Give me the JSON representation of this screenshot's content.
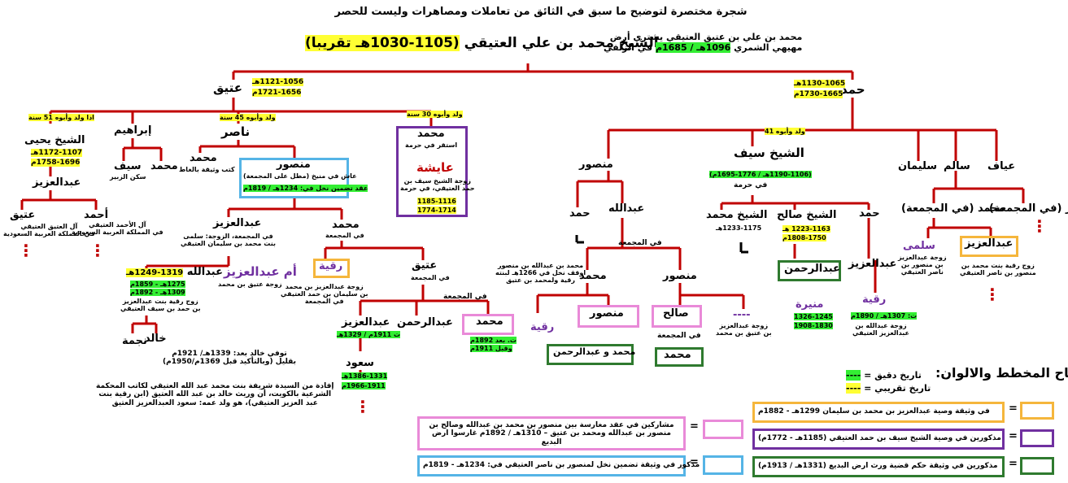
{
  "title": "شجرة مختصرة لتوضيح ما سبق في الثائق من تعاملات ومصاهرات وليست للحصر",
  "root": {
    "name": "الشيخ محمد بن علي العتيقي",
    "years": "(1105-1030هـ تقريبا)",
    "note_line1": "محمد بن علي بن عتيق العتيقي يشتري أرض",
    "note_line2_a": "مهيهي الشمري",
    "note_line2_hl": "1096هـ / 1685م",
    "note_line2_b": "في الزلفي"
  },
  "atiq": {
    "name": "عتيق",
    "d1": "1121-1056هـ",
    "d2": "1721-1656م",
    "born45": "ولد وأبوه 45 سنة",
    "born30": "ولد وأبوه 30 سنة",
    "born51": "اذا ولد وأبوه 51 سنة"
  },
  "hamad": {
    "name": "حمد",
    "d1": "1130-1065هـ",
    "d2": "1730-1665م",
    "born41": "ولد وأبوه 41"
  },
  "yahya": {
    "name": "الشيخ يحيى",
    "d1": "1172-1107هـ",
    "d2": "1758-1696م"
  },
  "ibrahim": {
    "name": "إبراهيم"
  },
  "nasser": {
    "name": "ناصر"
  },
  "muh_haramah": {
    "name": "محمد",
    "note": "استقر في حرمة",
    "wife": "عايشة",
    "wife_note1": "زوجة الشيخ سيف بن",
    "wife_note2": "حمد العتيقي، في حرمة",
    "d1": "1185-1116",
    "d2": "1774-1714"
  },
  "abdulaziz_yahya": {
    "name": "عبدالعزيز"
  },
  "saif_ibr": {
    "name": "سيف",
    "note": "سكن الزبير"
  },
  "muh_ibr": {
    "name": "محمد"
  },
  "muh_nasser": {
    "name": "محمد",
    "note": "كتب وثيقة بالغاط"
  },
  "mansour_n": {
    "name": "منصور",
    "note": "عاش في منيخ (مطل على المجمعة)",
    "hl": "عقد تضمين نخل في: 1234هـ / 1819م"
  },
  "atiq_y": {
    "name": "عتيق",
    "note1": "آل العتيق العتيقي",
    "note2": "في المملكة العربية السعودية"
  },
  "ahmad_y": {
    "name": "أحمد",
    "note1": "آل الأحمد العتيقي",
    "note2": "في المملكة العربية السعودية"
  },
  "abdulaziz_m": {
    "name": "عبدالعزيز",
    "note1": "في المجمعة، الزوجة: سلمى",
    "note2": "بنت محمد بن سليمان العتيقي"
  },
  "muh_m": {
    "name": "محمد",
    "note": "في المجمعة"
  },
  "abdullah": {
    "name": "عبدالله",
    "hl_a": "1319-1249هـ",
    "d1": "1275هـ - 1859م",
    "d2": "1309هـ - 1892م",
    "note1": "زوج رقية بنت عبدالعزيز",
    "note2": "بن حمد بن سيف العتيقي"
  },
  "um_abdulaziz": {
    "name": "أم عبدالعزيز",
    "note": "زوجة عتيق بن محمد"
  },
  "ruqaya1": {
    "name": "رقية",
    "note1": "زوجة عبدالعزيز بن محمد",
    "note2": "بن سليمان بن حمد العتيقي",
    "note3": "في المجمعة"
  },
  "atiq_m": {
    "name": "عتيق",
    "note": "في المجمعة"
  },
  "khalid": {
    "name": "خالد"
  },
  "najma": {
    "name": "نجمة"
  },
  "khalid_note1": "توفي خالد بعد: 1339هـ/ 1921م",
  "khalid_note2": "بقليل (وبالتأكيد قبل 1369م/1950م)",
  "source_note1": "إفادة من السيدة شريفة بنت محمد عبد الله العتيقي لكاتب المحكمة",
  "source_note2": "الشرعية بالكويت، أن وريث خالد بن عبد الله العتيق (ابن رقية بنت",
  "source_note3": "عبد العزيز العتيقي)، هو ولد عمه: سعود العبدالعزيز العتيق",
  "fi_majmaa": "في المجمعة",
  "abdulaziz_a": {
    "name": "عبدالعزيز",
    "hl": "ت 1911م / 1329هـ"
  },
  "abdulrahman_a": {
    "name": "عبدالرحمن"
  },
  "muh_a": {
    "name": "محمد",
    "hl1": "ت. بعد 1892م",
    "hl2": "وقبل 1911م"
  },
  "saud": {
    "name": "سعود",
    "d1": "1386-1331هـ",
    "d2": "1966-1911م"
  },
  "mansour_h": {
    "name": "منصور"
  },
  "saif_h": {
    "name": "الشيخ سيف",
    "hl": "(1190-1106هـ / 1776-1695م)",
    "note": "في حرمة"
  },
  "sulaiman_h": {
    "name": "سليمان"
  },
  "salem_h": {
    "name": "سالم"
  },
  "ayaf_h": {
    "name": "عياف"
  },
  "hamad_m": {
    "name": "حمد"
  },
  "abdullah_m": {
    "name": "عبدالله"
  },
  "sh_muh": {
    "name": "الشيخ محمد",
    "d": "1233-1175هـ"
  },
  "sh_saleh": {
    "name": "الشيخ صالح",
    "d1": "1223-1163 هـ",
    "d2": "1808-1750م"
  },
  "hamad_s": {
    "name": "حمد"
  },
  "mansour_sul": {
    "name": "منصور (في المجمعة)"
  },
  "muh_sul": {
    "name": "محمد (في المجمعة)"
  },
  "abdulaziz_ms": {
    "name": "عبدالعزيز",
    "note1": "زوج رقية بنت محمد بن",
    "note2": "منصور بن ناصر العتيقي"
  },
  "salma": {
    "name": "سلمى",
    "note1": "زوجة عبدالعزيز",
    "note2": "بن منصور بن",
    "note3": "ناصر العتيقي"
  },
  "muh_abd": {
    "name": "محمد",
    "note1": "محمد بن عبدالله بن منصور",
    "note2": "اوقف نخل في 1266هـ لبنته",
    "note3": "رقية ولمحمد بن عتيق"
  },
  "mansour_abd": {
    "name": "منصور"
  },
  "ruqaya2": {
    "name": "رقية"
  },
  "mansour_b": {
    "name": "منصور"
  },
  "muh_abdulrahman": {
    "name": "محمد و عبدالرحمن"
  },
  "saleh_b": {
    "name": "صالح",
    "note": "في المجمعة"
  },
  "muh_s": {
    "name": "محمد"
  },
  "dashes_wife": {
    "name": "----",
    "note1": "زوجة عبدالعزيز",
    "note2": "بن عتيق بن محمد"
  },
  "abdulrahman_s": {
    "name": "عبدالرحمن"
  },
  "munira": {
    "name": "منيرة",
    "d1": "1326-1245",
    "d2": "1908-1830"
  },
  "abdulaziz_h": {
    "name": "عبدالعزيز"
  },
  "ruqaya3": {
    "name": "رقية",
    "hl": "ت: 1307هـ / 1890م",
    "note1": "زوجة عبدالله بن",
    "note2": "عبدالعزيز العتيقي"
  },
  "legend": {
    "title": "مفتاح المخطط والالوان:",
    "exact": "= تاريخ دقيق",
    "approx": "= تاريخ تقريبي",
    "dash": "----",
    "eq": "=",
    "orange": "في وثيقة وصية عبدالعزيز بن محمد بن سليمان 1299هـ - 1882م",
    "purple": "مذكورين في وصية الشيخ سيف بن حمد العتيقي (1185هـ - 1772م)",
    "green": "مذكورين في وثيقة حكم قضية ورث ارض البديع (1331هـ / 1913م)",
    "pink": "مشاركين في عقد مغارسة بين منصور بن محمد بن عبدالله وصالح بن منصور بن عبدالله ومحمد بن عتيق – 1310هـ / 1892م غارسوا ارض البديع",
    "blue": "مذكور في وثيقة تضمين نخل لمنصور بن ناصر العتيقي في: 1234هـ - 1819م"
  },
  "colors": {
    "line": "#c00000",
    "yellow": "#ffff33",
    "green": "#33ee33",
    "purple": "#7030a0",
    "orange": "#f5b63c",
    "pink": "#e98ad8",
    "blue": "#55b4e6",
    "darkgreen": "#2f7a2f"
  }
}
